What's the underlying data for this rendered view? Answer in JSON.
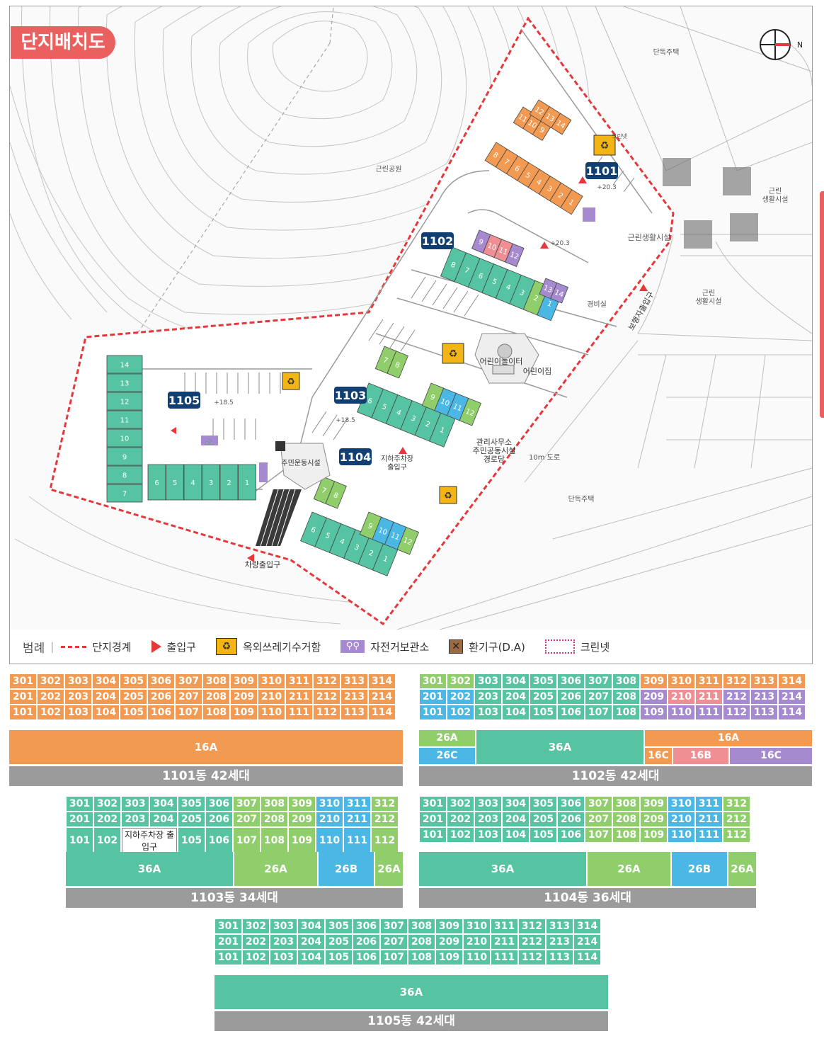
{
  "title": "단지배치도",
  "colors": {
    "orange": "#f39a52",
    "teal": "#56c3a3",
    "green": "#8fce6b",
    "blue": "#4ab7e4",
    "purple": "#a68ad0",
    "pink": "#ef8e93",
    "boundary": "#e5383b",
    "label": "#123f72"
  },
  "buildings": {
    "b1101": "1101",
    "b1102": "1102",
    "b1103": "1103",
    "b1104": "1104",
    "b1105": "1105"
  },
  "places": {
    "park": "근린공원",
    "house_top": "단독주택",
    "house_bottom": "단독주택",
    "neighborhood1": "근린\n생활시설",
    "neighborhood2": "근린\n생활시설",
    "neighborhood3": "근린생활시설",
    "guard": "경비실",
    "playground": "어린이놀이터",
    "daycare": "어린이집",
    "community": "관리사무소\n주민공동시설\n경로당",
    "sports": "주민운동시설",
    "pedestrian": "보행자출입구",
    "vehicle": "차량출입구",
    "road": "10m 도로",
    "underground": "지하주차장\n출입구",
    "cleannet": "크린넷",
    "elev203": "+20.3",
    "elev185": "+18.5"
  },
  "legend": {
    "label": "범례",
    "boundary": "단지경계",
    "entrance": "출입구",
    "recycle": "옥외쓰레기수거함",
    "bike": "자전거보관소",
    "vent": "환기구(D.A)",
    "cleannet": "크린넷"
  },
  "units": {
    "r3": [
      "301",
      "302",
      "303",
      "304",
      "305",
      "306",
      "307",
      "308",
      "309",
      "310",
      "311",
      "312",
      "313",
      "314"
    ],
    "r2": [
      "201",
      "202",
      "203",
      "204",
      "205",
      "206",
      "207",
      "208",
      "209",
      "210",
      "211",
      "212",
      "213",
      "214"
    ],
    "r1": [
      "101",
      "102",
      "103",
      "104",
      "105",
      "106",
      "107",
      "108",
      "109",
      "110",
      "111",
      "112",
      "113",
      "114"
    ],
    "note": "지하주차장 출입구"
  },
  "types": {
    "t16A": "16A",
    "t16B": "16B",
    "t16C": "16C",
    "t26A": "26A",
    "t26B": "26B",
    "t26C": "26C",
    "t36A": "36A"
  },
  "footers": {
    "b1101": "1101동 42세대",
    "b1102": "1102동 42세대",
    "b1103": "1103동 34세대",
    "b1104": "1104동 36세대",
    "b1105": "1105동 42세대"
  }
}
